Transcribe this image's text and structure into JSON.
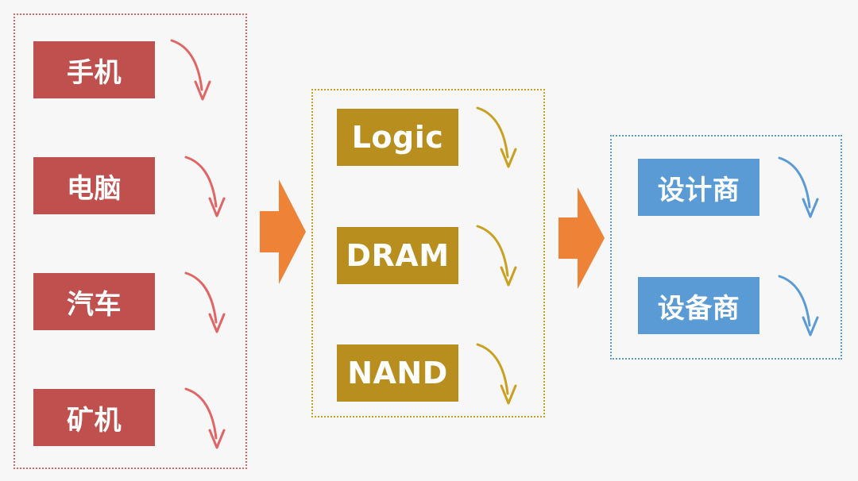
{
  "colors": {
    "red": "#c0504d",
    "gold": "#b88f1e",
    "blue": "#5b9bd5",
    "orange": "#ee8236",
    "red_arrow": "#e06666",
    "gold_arrow": "#c9a020",
    "blue_arrow": "#5b9bd5"
  },
  "groups": {
    "devices": {
      "items": [
        "手机",
        "电脑",
        "汽车",
        "矿机"
      ]
    },
    "chips": {
      "items": [
        "Logic",
        "DRAM",
        "NAND"
      ]
    },
    "vendors": {
      "items": [
        "设计商",
        "设备商"
      ]
    }
  }
}
